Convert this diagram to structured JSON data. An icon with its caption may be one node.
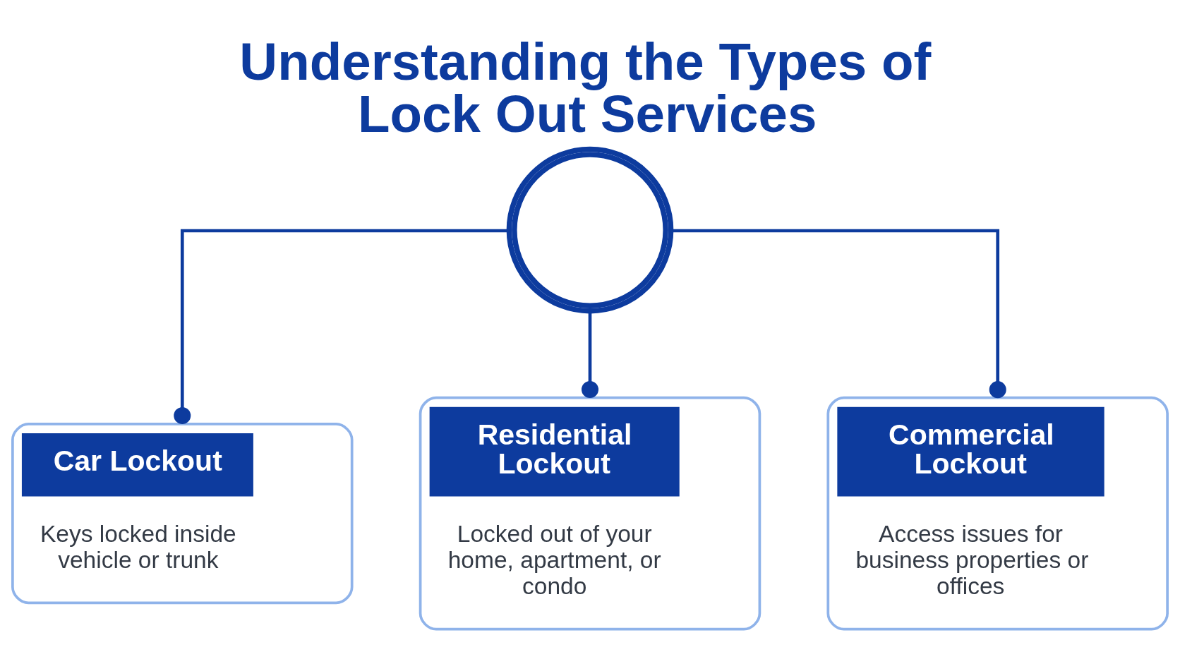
{
  "diagram": {
    "title": "Understanding the Types of Lock Out Services",
    "nodes": [
      {
        "text": [],
        "shape": "circle"
      },
      {
        "text": [
          "Car Lockout",
          "Keys locked inside vehicle or trunk"
        ]
      },
      {
        "text": [
          "Residential Lockout",
          "Locked out of your home, apartment, or condo"
        ]
      },
      {
        "text": [
          "Commercial Lockout",
          "Access issues for business properties or offices"
        ]
      }
    ],
    "edges": [
      {
        "from": 0,
        "to": 1,
        "arrow": "other"
      },
      {
        "from": 0,
        "to": 2,
        "arrow": "other"
      },
      {
        "from": 0,
        "to": 3,
        "arrow": "other"
      }
    ]
  }
}
